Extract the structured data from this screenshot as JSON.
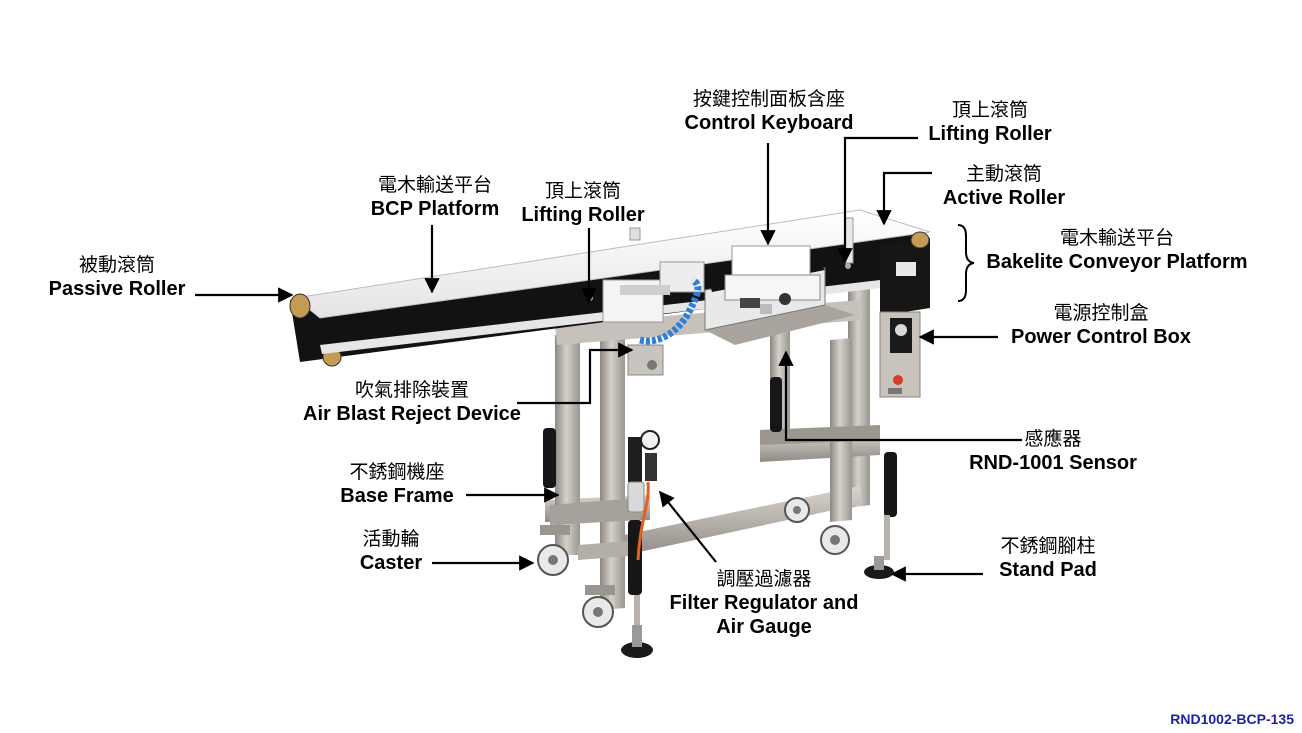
{
  "labels": {
    "passive_roller": {
      "zh": "被動滾筒",
      "en": "Passive Roller"
    },
    "bcp_platform": {
      "zh": "電木輸送平台",
      "en": "BCP Platform"
    },
    "lifting_roller_left": {
      "zh": "頂上滾筒",
      "en": "Lifting Roller"
    },
    "control_keyboard": {
      "zh": "按鍵控制面板含座",
      "en": "Control Keyboard"
    },
    "lifting_roller_right": {
      "zh": "頂上滾筒",
      "en": "Lifting Roller"
    },
    "active_roller": {
      "zh": "主動滾筒",
      "en": "Active Roller"
    },
    "bakelite_platform": {
      "zh": "電木輸送平台",
      "en": "Bakelite Conveyor Platform"
    },
    "power_box": {
      "zh": "電源控制盒",
      "en": "Power Control Box"
    },
    "air_blast": {
      "zh": "吹氣排除裝置",
      "en": "Air Blast Reject Device"
    },
    "sensor": {
      "zh": "感應器",
      "en": "RND-1001 Sensor"
    },
    "base_frame": {
      "zh": "不銹鋼機座",
      "en": "Base Frame"
    },
    "caster": {
      "zh": "活動輪",
      "en": "Caster"
    },
    "filter_regulator": {
      "zh": "調壓過濾器",
      "en": "Filter Regulator and",
      "en2": "Air Gauge"
    },
    "stand_pad": {
      "zh": "不銹鋼腳柱",
      "en": "Stand Pad"
    }
  },
  "model_code": "RND1002-BCP-135",
  "colors": {
    "belt": "#f2f2f2",
    "frame_dark": "#141414",
    "stainless": "#b9b4ad",
    "stainless_dark": "#8e8982",
    "hose": "#2f7fd6",
    "model_code": "#1f1fa8"
  }
}
